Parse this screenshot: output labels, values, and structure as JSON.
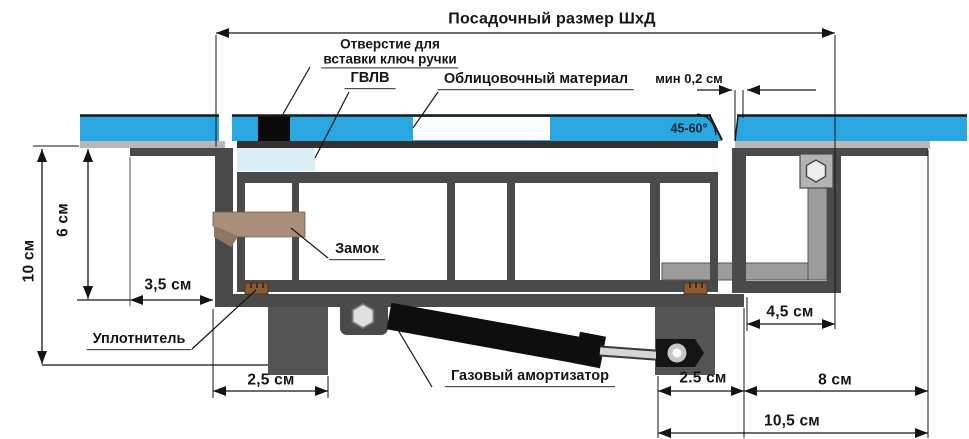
{
  "title": "Посадочный размер ШхД",
  "labels": {
    "hole_line1": "Отверстие для",
    "hole_line2": "вставки ключ ручки",
    "gvl": "ГВЛВ",
    "facing": "Облицовочный материал",
    "min_gap": "мин 0,2 см",
    "angle": "45-60°",
    "lock": "Замок",
    "seal": "Уплотнитель",
    "gas_strut": "Газовый амортизатор"
  },
  "dimensions": {
    "height_total": "10 см",
    "height_inner": "6 см",
    "offset_left": "3,5 см",
    "leg_left": "2,5 см",
    "leg_right": "2.5 см",
    "frame_right": "4,5 см",
    "side_right": "8 см",
    "side_total": "10,5 см"
  },
  "colors": {
    "facing_blue": "#2aa7e1",
    "gvl_light_blue": "#d9edf7",
    "frame_dark_gray": "#4a4a4a",
    "bracket_gray": "#9c9c9c",
    "strip_gray": "#b8b8b8",
    "lock_brown": "#a98e7b",
    "seal_brown": "#8a5a33",
    "strut_black": "#0e0e0e",
    "line_color": "#141414"
  }
}
